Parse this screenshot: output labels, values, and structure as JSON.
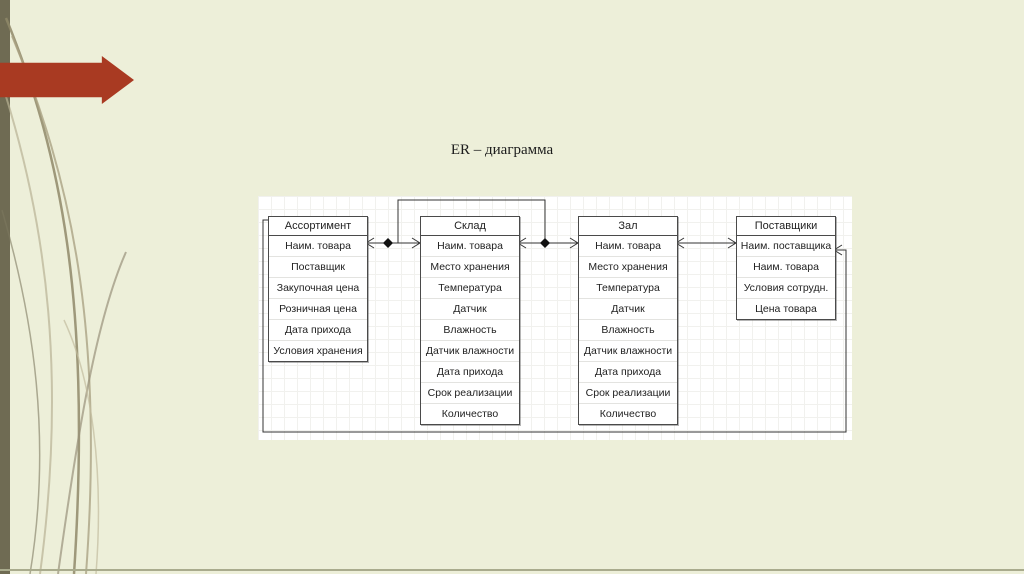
{
  "slide": {
    "title": "ER – диаграмма"
  },
  "diagram": {
    "entities": [
      {
        "name": "Ассортимент",
        "attributes": [
          "Наим. товара",
          "Поставщик",
          "Закупочная цена",
          "Розничная цена",
          "Дата прихода",
          "Условия хранения"
        ]
      },
      {
        "name": "Склад",
        "attributes": [
          "Наим. товара",
          "Место хранения",
          "Температура",
          "Датчик",
          "Влажность",
          "Датчик влажности",
          "Дата прихода",
          "Срок реализации",
          "Количество"
        ]
      },
      {
        "name": "Зал",
        "attributes": [
          "Наим. товара",
          "Место хранения",
          "Температура",
          "Датчик",
          "Влажность",
          "Датчик влажности",
          "Дата прихода",
          "Срок реализации",
          "Количество"
        ]
      },
      {
        "name": "Поставщики",
        "attributes": [
          "Наим. поставщика",
          "Наим. товара",
          "Условия сотрудн.",
          "Цена товара"
        ]
      }
    ]
  },
  "colors": {
    "slide_background": "#edefd9",
    "accent_arrow": "#a93a22",
    "left_bar": "#6f6b53",
    "connector": "#333333"
  }
}
